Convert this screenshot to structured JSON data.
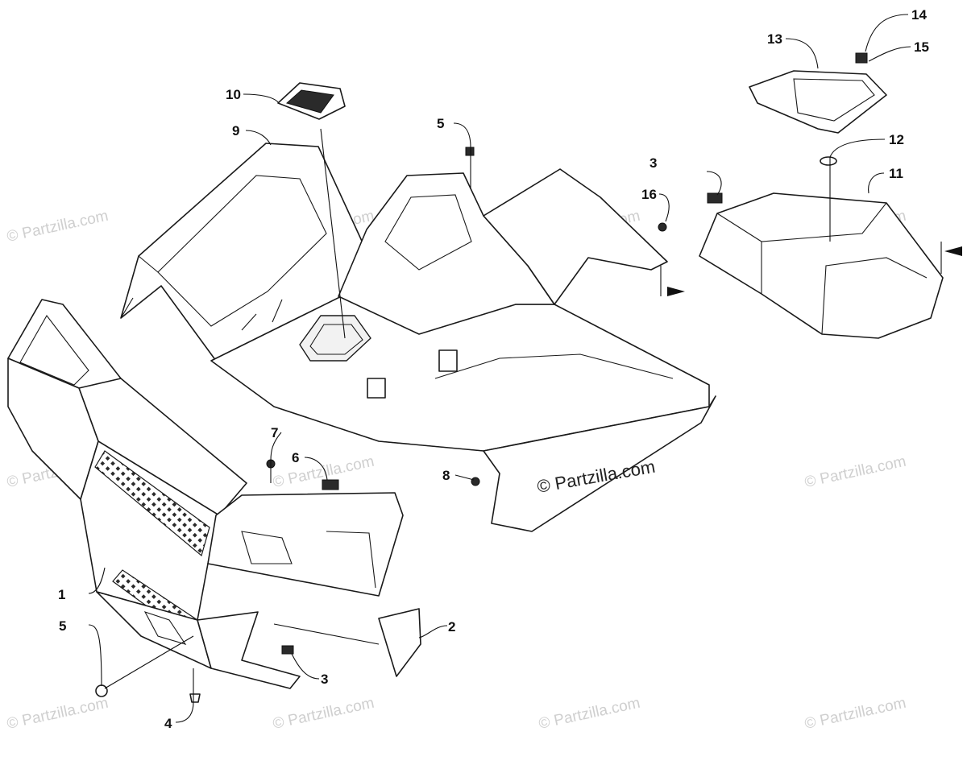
{
  "watermark": {
    "text": "© Partzilla.com",
    "copyright": "© Partzilla.com"
  },
  "callouts": [
    "1",
    "2",
    "3",
    "3",
    "4",
    "5",
    "5",
    "6",
    "7",
    "8",
    "9",
    "10",
    "11",
    "12",
    "13",
    "14",
    "15",
    "16"
  ],
  "colors": {
    "line": "#1a1a1a",
    "watermark": "#cfcfcf",
    "background": "#ffffff"
  }
}
